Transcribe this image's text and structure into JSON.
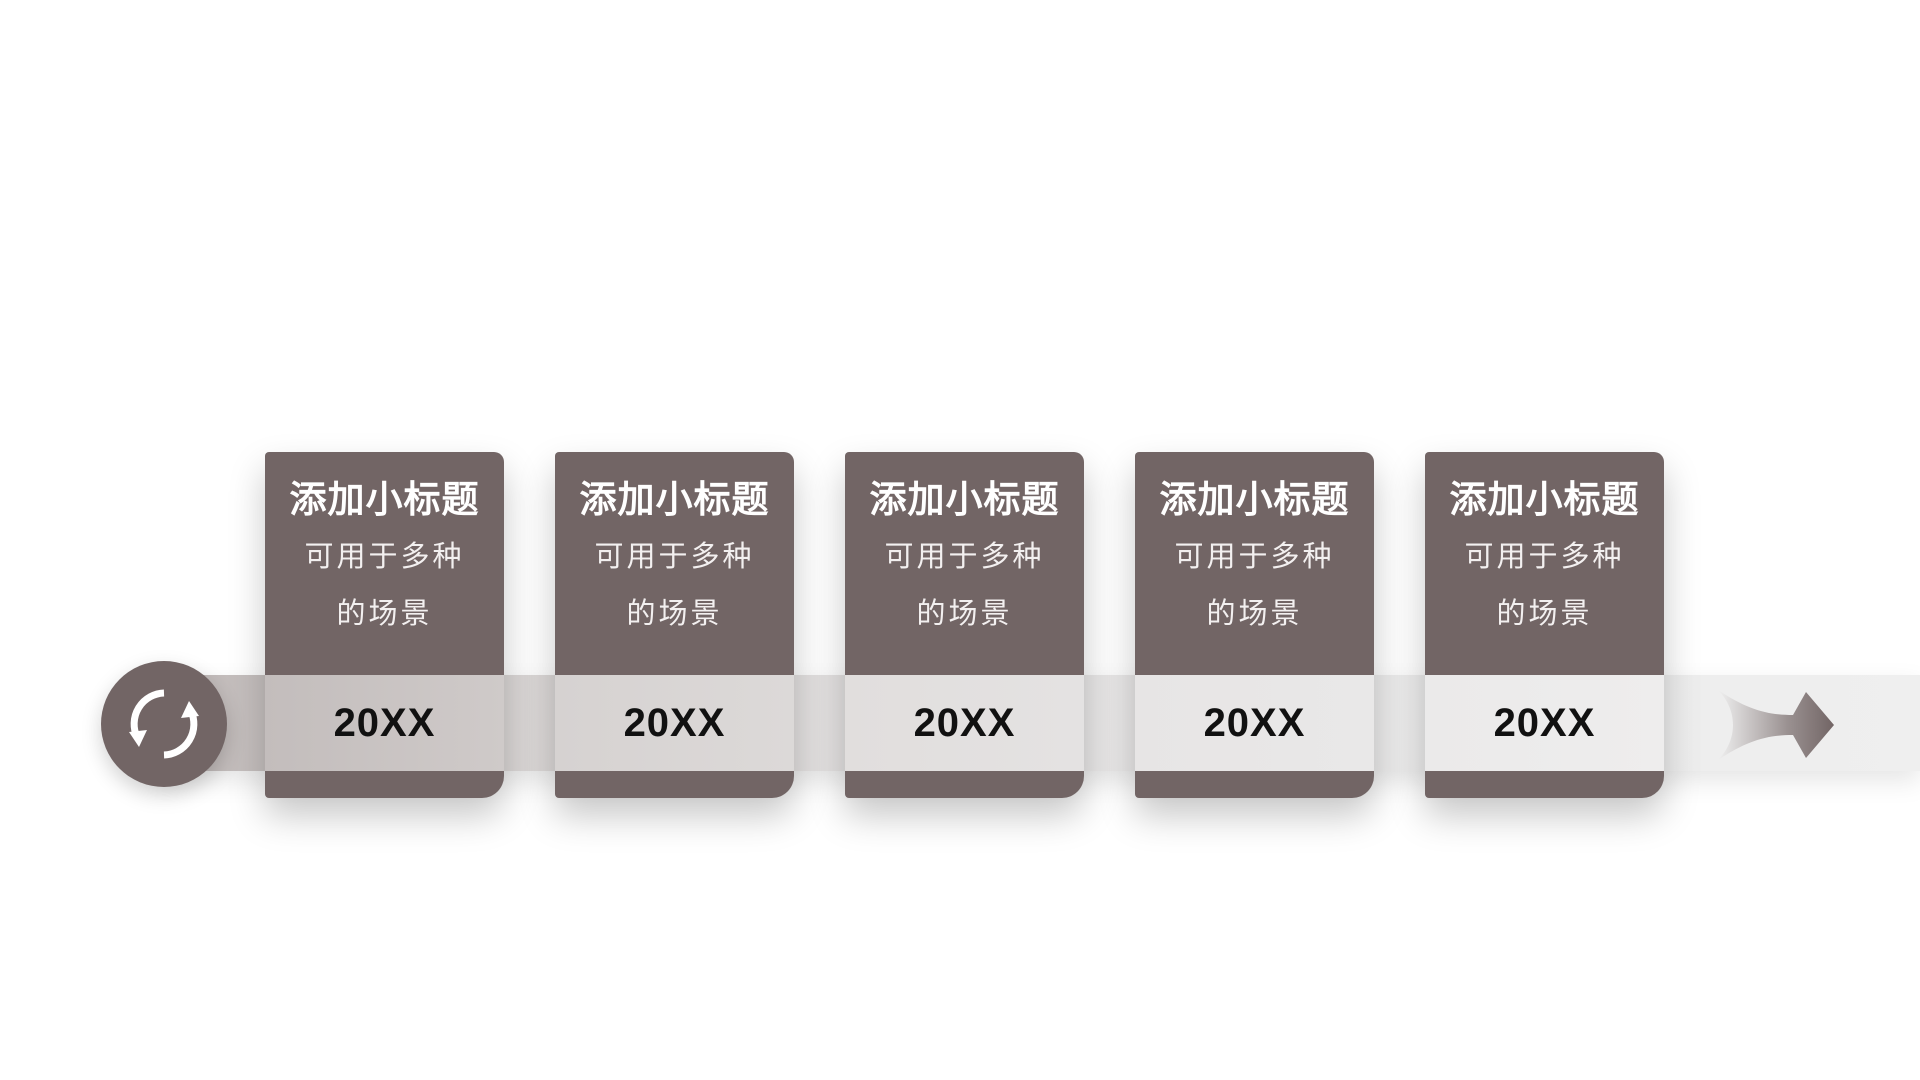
{
  "colors": {
    "card": "#726565",
    "band_start": "#bdb6b5",
    "band_end": "#efefef",
    "circle": "#726565",
    "year_text": "#111111"
  },
  "icon": "refresh-cycle-icon",
  "cards": [
    {
      "title": "添加小标题",
      "desc": "可用于多种的场景",
      "year": "20XX"
    },
    {
      "title": "添加小标题",
      "desc": "可用于多种的场景",
      "year": "20XX"
    },
    {
      "title": "添加小标题",
      "desc": "可用于多种的场景",
      "year": "20XX"
    },
    {
      "title": "添加小标题",
      "desc": "可用于多种的场景",
      "year": "20XX"
    },
    {
      "title": "添加小标题",
      "desc": "可用于多种的场景",
      "year": "20XX"
    }
  ]
}
